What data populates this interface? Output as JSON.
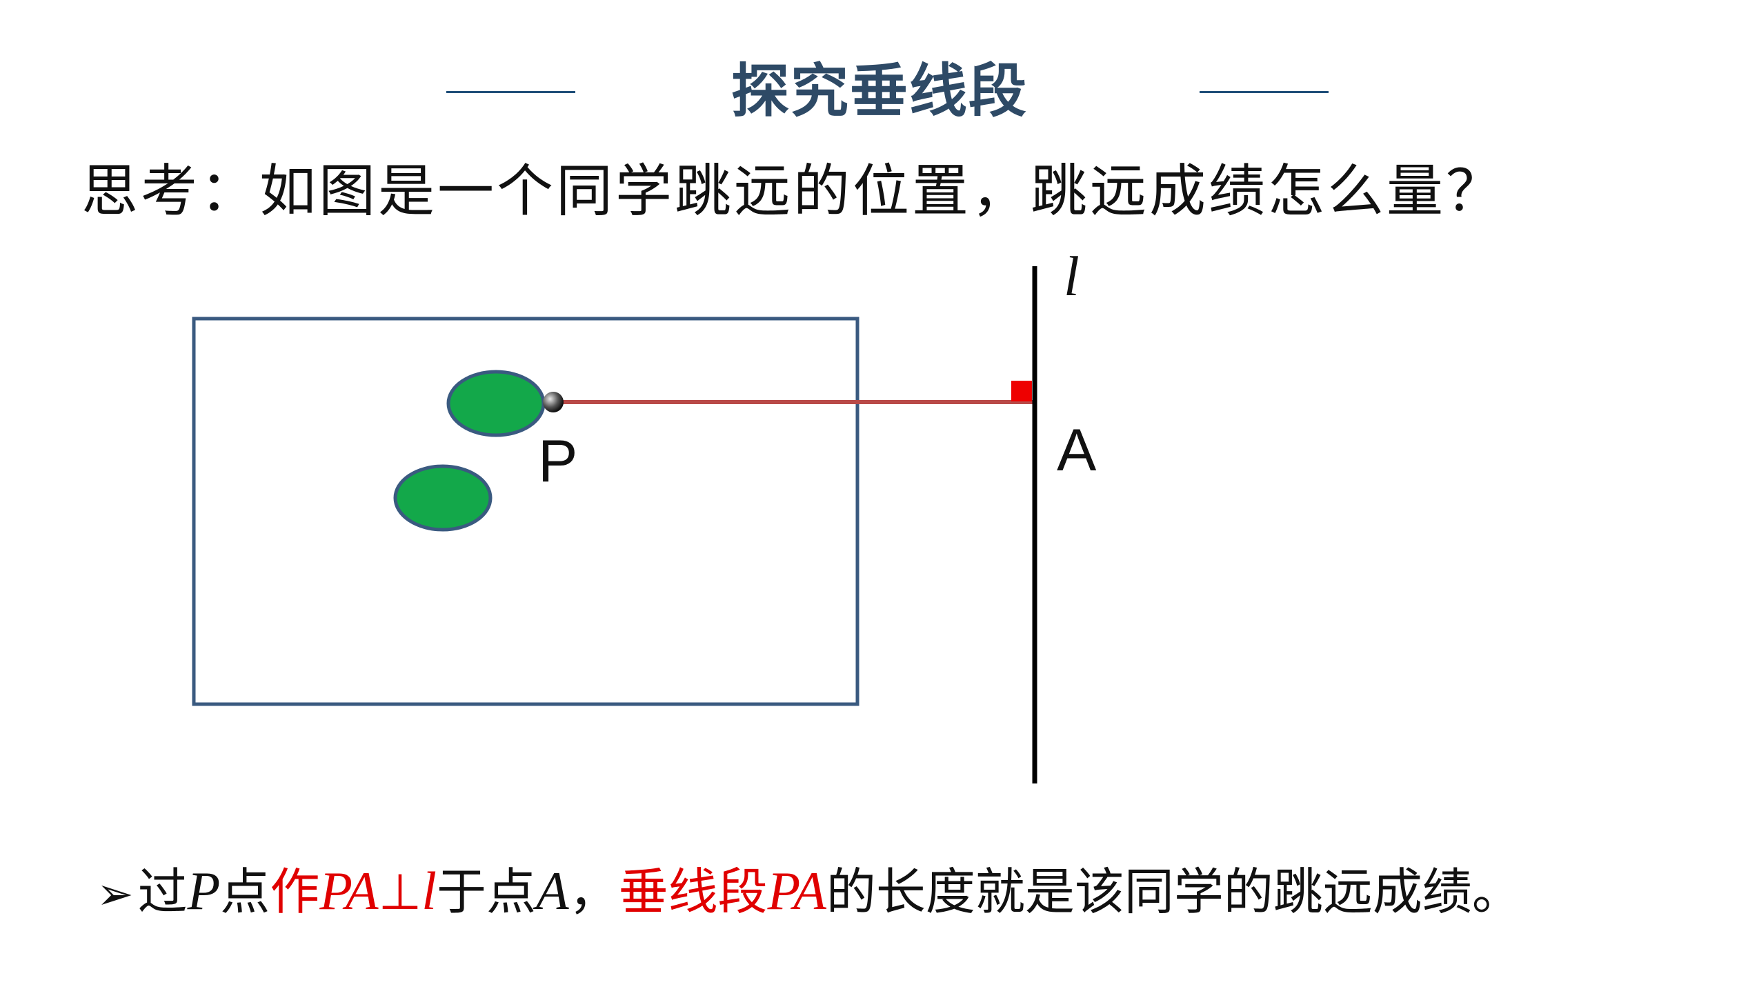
{
  "title": "探究垂线段",
  "question": "思考：如图是一个同学跳远的位置，跳远成绩怎么量？",
  "figure": {
    "line_label": "l",
    "point_p_label": "P",
    "point_a_label": "A",
    "colors": {
      "field_border": "#3a5a80",
      "footprint_fill": "#13a84a",
      "footprint_stroke": "#3a5a80",
      "segment": "#b94a48",
      "right_angle_marker": "#ee0000",
      "line_l": "#000000"
    }
  },
  "conclusion": {
    "bullet": "➢",
    "parts": [
      {
        "text": "过",
        "color": "black",
        "math": false
      },
      {
        "text": "P",
        "color": "black",
        "math": true
      },
      {
        "text": "点",
        "color": "black",
        "math": false
      },
      {
        "text": "作",
        "color": "red",
        "math": false
      },
      {
        "text": "PA",
        "color": "red",
        "math": true
      },
      {
        "text": "⊥",
        "color": "red",
        "math": false
      },
      {
        "text": "l",
        "color": "red",
        "math": true
      },
      {
        "text": "于点",
        "color": "black",
        "math": false
      },
      {
        "text": "A",
        "color": "black",
        "math": true
      },
      {
        "text": "，",
        "color": "black",
        "math": false
      },
      {
        "text": "垂线段",
        "color": "red",
        "math": false
      },
      {
        "text": "PA",
        "color": "red",
        "math": true
      },
      {
        "text": "的长度就是该同学的跳远成绩。",
        "color": "black",
        "math": false
      }
    ]
  }
}
